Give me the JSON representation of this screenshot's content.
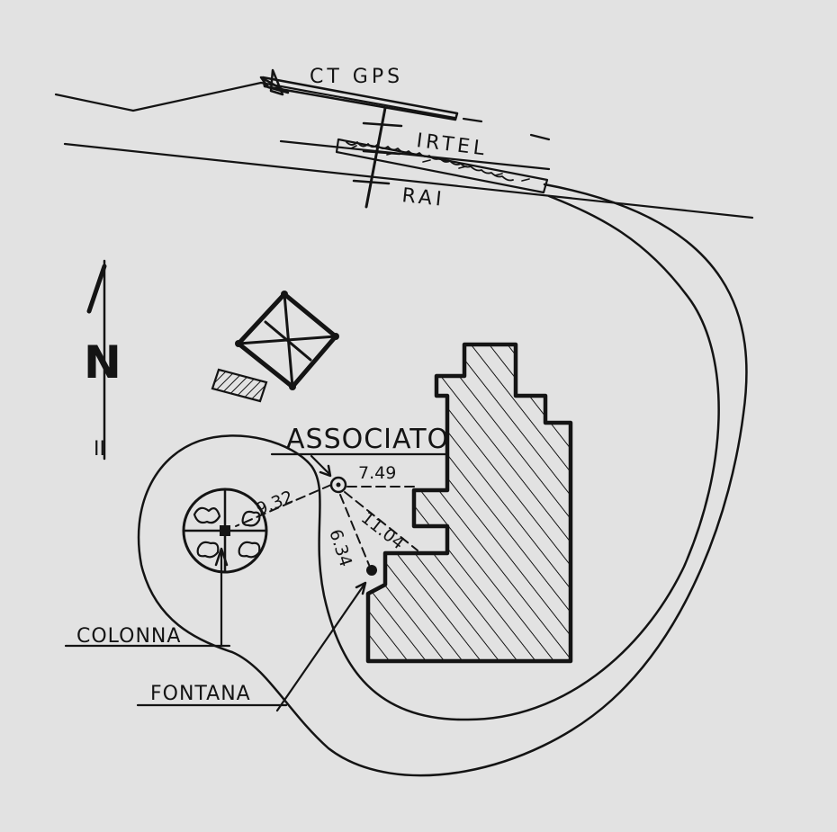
{
  "labels": {
    "ct_gps": "CT GPS",
    "irtel": "IRTEL",
    "rai": "RAI",
    "associato": "ASSOCIATO",
    "colonna": "COLONNA",
    "fontana": "FONTANA"
  },
  "dimensions": {
    "to_colonna": "9.32",
    "to_building": "7.49",
    "to_building_diagonal": "11.04",
    "to_fontana": "6.34"
  },
  "north": {
    "letter": "N",
    "scale_mark": "II"
  },
  "colors": {
    "paper": "#e2e2e2",
    "ink": "#141414"
  }
}
